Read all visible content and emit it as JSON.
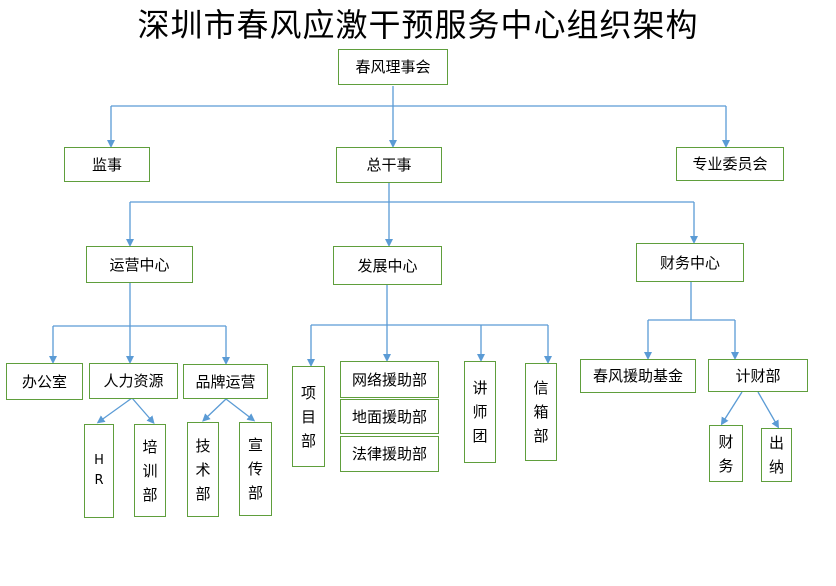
{
  "title": "深圳市春风应激干预服务中心组织架构",
  "colors": {
    "box_border": "#5f9e3c",
    "connector": "#5b9bd5"
  },
  "nodes": {
    "board": "春风理事会",
    "supervisor": "监事",
    "director_general": "总干事",
    "expert_committee": "专业委员会",
    "operations_center": "运营中心",
    "development_center": "发展中心",
    "finance_center": "财务中心",
    "office": "办公室",
    "human_resources": "人力资源",
    "brand_operations": "品牌运营",
    "hr": "HR",
    "training_dept": "培训部",
    "tech_dept": "技术部",
    "publicity_dept": "宣传部",
    "project_dept": "项目部",
    "online_aid_dept": "网络援助部",
    "ground_aid_dept": "地面援助部",
    "legal_aid_dept": "法律援助部",
    "lecturer_team": "讲师团",
    "mailbox_dept": "信箱部",
    "spring_aid_fund": "春风援助基金",
    "accounting_dept": "计财部",
    "finance_dept": "财务",
    "cashier": "出纳"
  }
}
